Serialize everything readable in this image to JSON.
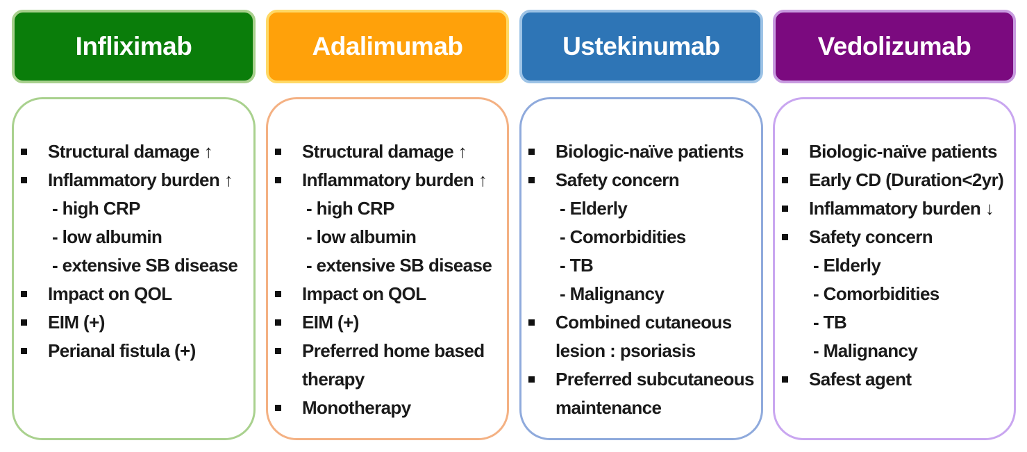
{
  "columns": [
    {
      "title": "Infliximab",
      "color": "#0a7d0a",
      "border_color": "#a8d08d",
      "card_border_color": "#a9d18e",
      "items": [
        {
          "text": "Structural damage ↑",
          "bullet": true
        },
        {
          "text": "Inflammatory burden ↑",
          "bullet": true
        },
        {
          "text": "- high CRP",
          "bullet": false
        },
        {
          "text": "- low albumin",
          "bullet": false
        },
        {
          "text": "- extensive SB disease",
          "bullet": false
        },
        {
          "text": "Impact on QOL",
          "bullet": true
        },
        {
          "text": "EIM (+)",
          "bullet": true
        },
        {
          "text": "Perianal fistula (+)",
          "bullet": true
        }
      ]
    },
    {
      "title": "Adalimumab",
      "color": "#ffa10a",
      "border_color": "#ffd966",
      "card_border_color": "#f4b183",
      "items": [
        {
          "text": "Structural damage ↑",
          "bullet": true
        },
        {
          "text": "Inflammatory burden ↑",
          "bullet": true
        },
        {
          "text": "- high CRP",
          "bullet": false
        },
        {
          "text": "- low albumin",
          "bullet": false
        },
        {
          "text": "- extensive SB disease",
          "bullet": false
        },
        {
          "text": "Impact on QOL",
          "bullet": true
        },
        {
          "text": "EIM (+)",
          "bullet": true
        },
        {
          "text": "Preferred home based",
          "text2": "therapy",
          "bullet": true
        },
        {
          "text": "Monotherapy",
          "bullet": true
        }
      ]
    },
    {
      "title": "Ustekinumab",
      "color": "#2e75b6",
      "border_color": "#9dc3e6",
      "card_border_color": "#8faadc",
      "items": [
        {
          "text": "Biologic-naïve patients",
          "bullet": true
        },
        {
          "text": "Safety concern",
          "bullet": true
        },
        {
          "text": "- Elderly",
          "bullet": false
        },
        {
          "text": "- Comorbidities",
          "bullet": false
        },
        {
          "text": "- TB",
          "bullet": false
        },
        {
          "text": "- Malignancy",
          "bullet": false
        },
        {
          "text": "Combined cutaneous",
          "text2": "lesion : psoriasis",
          "bullet": true
        },
        {
          "text": "Preferred subcutaneous",
          "text2": "maintenance",
          "bullet": true
        }
      ]
    },
    {
      "title": "Vedolizumab",
      "color": "#7b0a7f",
      "border_color": "#c89be0",
      "card_border_color": "#c9a6f0",
      "items": [
        {
          "text": "Biologic-naïve patients",
          "bullet": true
        },
        {
          "text": "Early CD (Duration<2yr)",
          "bullet": true
        },
        {
          "text": "Inflammatory burden ↓",
          "bullet": true
        },
        {
          "text": "Safety concern",
          "bullet": true
        },
        {
          "text": "- Elderly",
          "bullet": false
        },
        {
          "text": "- Comorbidities",
          "bullet": false
        },
        {
          "text": "- TB",
          "bullet": false
        },
        {
          "text": "- Malignancy",
          "bullet": false
        },
        {
          "text": "Safest agent",
          "bullet": true
        }
      ]
    }
  ]
}
